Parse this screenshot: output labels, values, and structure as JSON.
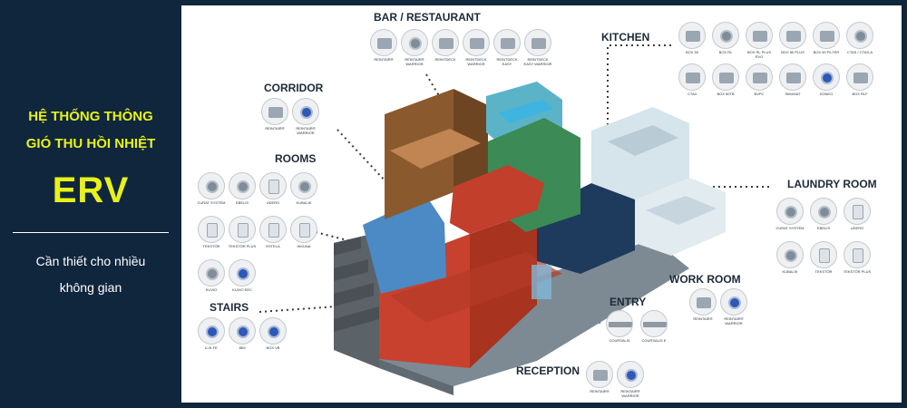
{
  "left_panel": {
    "title_line1": "HỆ THỐNG THÔNG",
    "title_line2": "GIÓ THU HỒI NHIỆT",
    "title_big": "ERV",
    "subtitle_line1": "Cần thiết cho nhiều",
    "subtitle_line2": "không gian",
    "accent_color": "#e8f11a",
    "background_color": "#10263d"
  },
  "sections": {
    "bar_restaurant": {
      "label": "BAR / RESTAURANT",
      "products": [
        {
          "name": "REINTAIR®",
          "icon": "unit-icon"
        },
        {
          "name": "REINTAIR® WARRIOR",
          "icon": "fan-icon"
        },
        {
          "name": "REINTDECK",
          "icon": "unit-icon"
        },
        {
          "name": "REINTDECK WARRIOR",
          "icon": "unit-icon"
        },
        {
          "name": "REINTDECK EASY",
          "icon": "unit-icon"
        },
        {
          "name": "REINTDECK EASY WARRIOR",
          "icon": "unit-icon"
        }
      ]
    },
    "kitchen": {
      "label": "KITCHEN",
      "products": [
        {
          "name": "BOX 50",
          "icon": "unit-icon"
        },
        {
          "name": "BOX RL",
          "icon": "fan-icon"
        },
        {
          "name": "BOX RL PLUS EVO",
          "icon": "unit-icon"
        },
        {
          "name": "BOX 80 PLUS",
          "icon": "unit-icon"
        },
        {
          "name": "BOX 50 FILTER",
          "icon": "unit-icon"
        },
        {
          "name": "CTAS / CTAS-A",
          "icon": "fan-icon"
        },
        {
          "name": "CTA4",
          "icon": "unit-icon"
        },
        {
          "name": "BOX 50TB",
          "icon": "unit-icon"
        },
        {
          "name": "BVPC",
          "icon": "unit-icon"
        },
        {
          "name": "SMUMAT",
          "icon": "unit-icon"
        },
        {
          "name": "SONEO",
          "icon": "blue-fan-icon"
        },
        {
          "name": "BOX RLF",
          "icon": "unit-icon"
        }
      ]
    },
    "corridor": {
      "label": "CORRIDOR",
      "products": [
        {
          "name": "REINTAIR®",
          "icon": "unit-icon"
        },
        {
          "name": "REINTAIR® WARRIOR",
          "icon": "blue-fan-icon"
        }
      ]
    },
    "rooms": {
      "label": "ROOMS",
      "products": [
        {
          "name": "CURAT SYSTEM",
          "icon": "fan-icon"
        },
        {
          "name": "EBELIS",
          "icon": "fan-icon"
        },
        {
          "name": "UDERO",
          "icon": "panel-icon"
        },
        {
          "name": "KUBALIK",
          "icon": "fan-icon"
        },
        {
          "name": "TEKSTÖR",
          "icon": "panel-icon"
        },
        {
          "name": "TEKSTÖR PLUS",
          "icon": "panel-icon"
        },
        {
          "name": "ESTELA",
          "icon": "panel-icon"
        },
        {
          "name": "IKKUNA",
          "icon": "panel-icon"
        },
        {
          "name": "KUVIO",
          "icon": "fan-icon"
        },
        {
          "name": "KUVIO EEC",
          "icon": "blue-fan-icon"
        }
      ]
    },
    "laundry": {
      "label": "LAUNDRY ROOM",
      "products": [
        {
          "name": "CURAT SYSTEM",
          "icon": "fan-icon"
        },
        {
          "name": "EBELIS",
          "icon": "fan-icon"
        },
        {
          "name": "UDERO",
          "icon": "panel-icon"
        },
        {
          "name": "KUBALIK",
          "icon": "fan-icon"
        },
        {
          "name": "TEKSTÖR",
          "icon": "panel-icon"
        },
        {
          "name": "TEKSTÖR PLUS",
          "icon": "panel-icon"
        }
      ]
    },
    "work_room": {
      "label": "WORK ROOM",
      "products": [
        {
          "name": "REINTAIR®",
          "icon": "unit-icon"
        },
        {
          "name": "REINTAIR® WARRIOR",
          "icon": "blue-fan-icon"
        }
      ]
    },
    "stairs": {
      "label": "STAIRS",
      "products": [
        {
          "name": "ILIS-FE",
          "icon": "blue-fan-icon"
        },
        {
          "name": "IBM",
          "icon": "blue-fan-icon"
        },
        {
          "name": "BOX VB",
          "icon": "blue-fan-icon"
        }
      ]
    },
    "entry": {
      "label": "ENTRY",
      "products": [
        {
          "name": "COURSALIS",
          "icon": "curtain-icon"
        },
        {
          "name": "COURSALIS E",
          "icon": "curtain-icon"
        }
      ]
    },
    "reception": {
      "label": "RECEPTION",
      "products": [
        {
          "name": "REINTAIR®",
          "icon": "unit-icon"
        },
        {
          "name": "REINTAIR® WARRIOR",
          "icon": "blue-fan-icon"
        }
      ]
    }
  }
}
